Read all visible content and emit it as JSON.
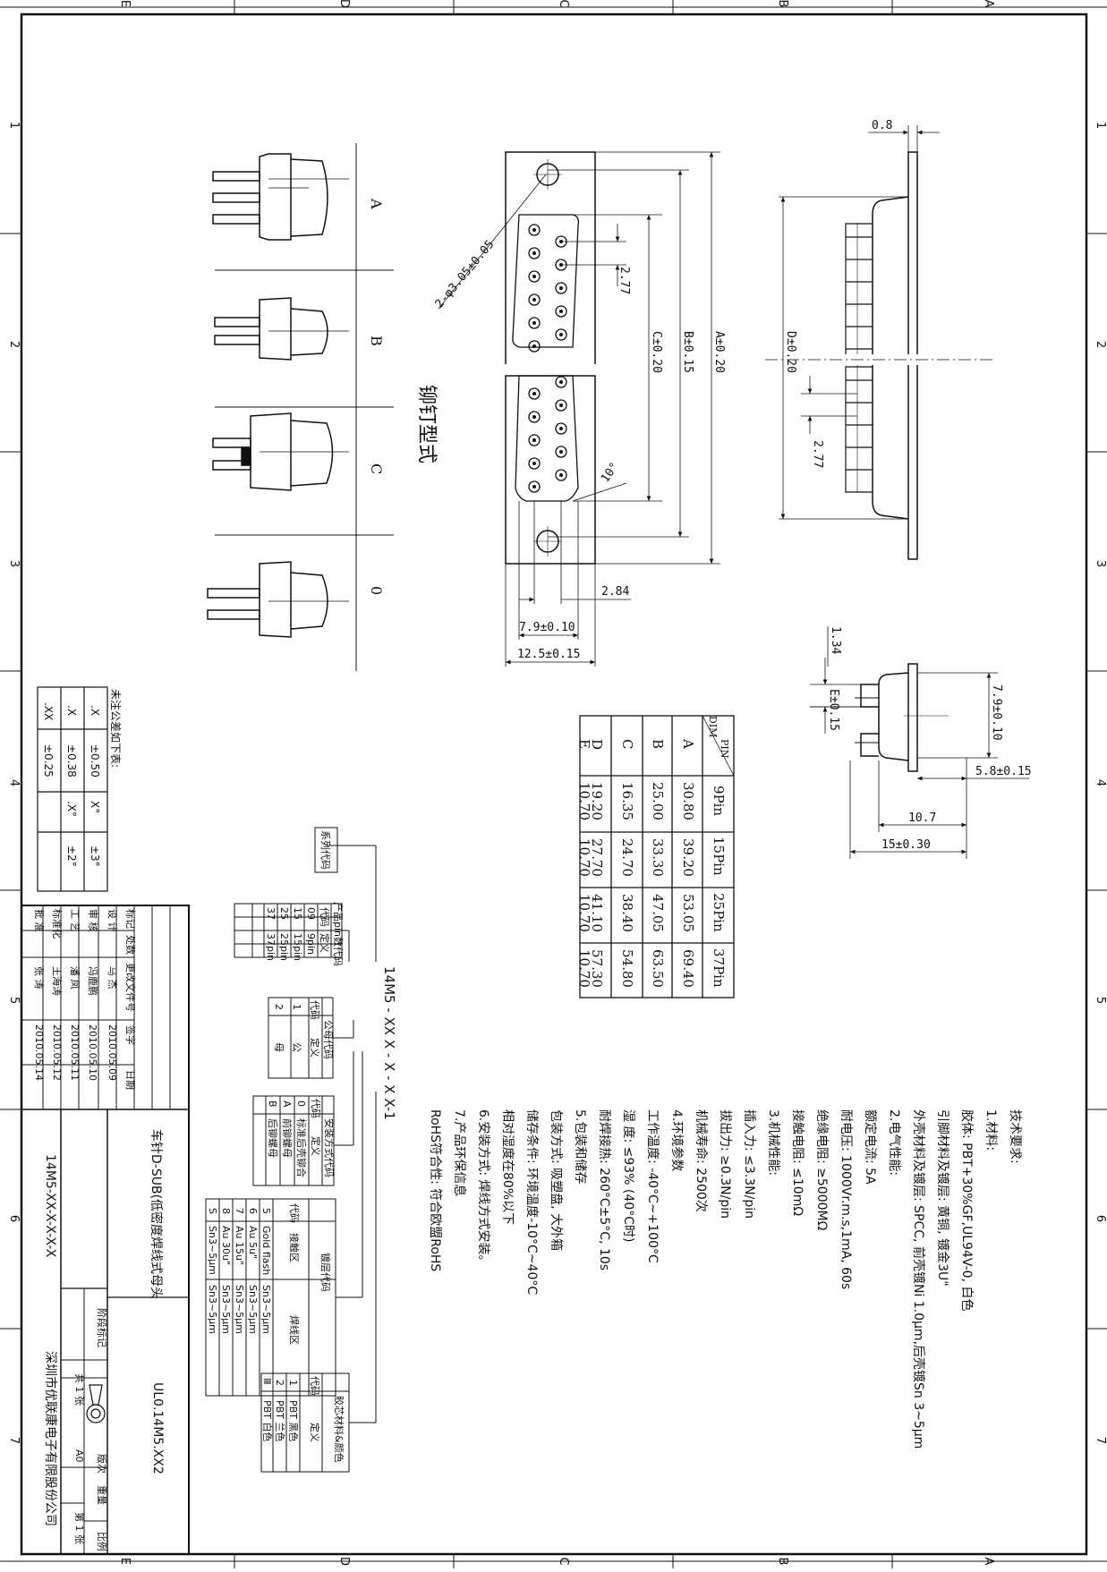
{
  "border": {
    "top_letters": [
      "E",
      "D",
      "C",
      "B",
      "A"
    ],
    "bottom_letters": [
      "E",
      "D",
      "C",
      "B",
      "A"
    ],
    "side_numbers": [
      "1",
      "2",
      "3",
      "4",
      "5",
      "6",
      "7"
    ]
  },
  "styles": {
    "title": "铆钉型式",
    "labels": [
      "A",
      "B",
      "C",
      "0"
    ]
  },
  "dims": {
    "hole": "2-φ3.05±0.05",
    "pitch1": "2.77",
    "pitch2": "2.77",
    "c": "C±0.20",
    "b": "B±0.15",
    "a": "A±0.20",
    "d": "D±0.20",
    "thick": "0.8",
    "angle": "10°",
    "d284": "2.84",
    "d79": "7.9±0.10",
    "d125": "12.5±0.15",
    "d134": "1.34",
    "e": "E±0.15",
    "d79b": "7.9±0.10",
    "d58": "5.8±0.15",
    "d107": "10.7",
    "d15": "15±0.30"
  },
  "dim_table": {
    "corner_top": "PIN",
    "corner_bottom": "DIM",
    "columns": [
      "9Pin",
      "15Pin",
      "25Pin",
      "37Pin"
    ],
    "rows": [
      {
        "label": "A",
        "values": [
          "30.80",
          "39.20",
          "53.05",
          "69.40"
        ]
      },
      {
        "label": "B",
        "values": [
          "25.00",
          "33.30",
          "47.05",
          "63.50"
        ]
      },
      {
        "label": "C",
        "values": [
          "16.35",
          "24.70",
          "38.40",
          "54.80"
        ]
      },
      {
        "label": "D",
        "values": [
          "19.20",
          "27.70",
          "41.10",
          "57.30"
        ]
      },
      {
        "label": "E",
        "values": [
          "10.70",
          "10.70",
          "10.70",
          "10.70"
        ]
      }
    ]
  },
  "tolerance": {
    "title": "未注公差如下表:",
    "rows": [
      [
        ".X",
        "±0.50",
        "X°",
        "±3°"
      ],
      [
        ".X",
        "±0.38",
        ".X°",
        "±2°"
      ],
      [
        ".XX",
        "±0.25",
        "",
        ""
      ]
    ]
  },
  "part_number": {
    "series_label": "系列代码",
    "code": "14M5 - XX X - X - X X-1"
  },
  "pin_table": {
    "title": "产品pin数代码",
    "headers": [
      "代码",
      "定义"
    ],
    "rows": [
      [
        "09",
        "9pin"
      ],
      [
        "15",
        "15pin"
      ],
      [
        "25",
        "25pin"
      ],
      [
        "37",
        "37pin"
      ]
    ]
  },
  "gender_table": {
    "title": "公母代码",
    "headers": [
      "代码",
      "定义"
    ],
    "rows": [
      [
        "1",
        "公"
      ],
      [
        "2",
        "母"
      ]
    ]
  },
  "mount_table": {
    "title": "安装方式代码",
    "headers": [
      "代码",
      "定义"
    ],
    "rows": [
      [
        "0",
        "标准后壳铆合"
      ],
      [
        "A",
        "前铆螺母"
      ],
      [
        "B",
        "后铆螺母"
      ]
    ]
  },
  "plating_table": {
    "title": "镀层代码",
    "headers": [
      "代码",
      "接触区",
      "焊线区"
    ],
    "rows": [
      [
        "5",
        "Gold flash",
        "Sn3~5μm"
      ],
      [
        "6",
        "Au 5u\"",
        "Sn3~5μm"
      ],
      [
        "7",
        "Au 15u\"",
        "Sn3~5μm"
      ],
      [
        "8",
        "Au 30u\"",
        "Sn3~5μm"
      ],
      [
        "S",
        "Sn3~5μm",
        "Sn3~5μm"
      ]
    ]
  },
  "color_table": {
    "title": "胶芯材料&颜色",
    "headers": [
      "代码",
      "定义"
    ],
    "rows": [
      [
        "1",
        "PBT 黑色"
      ],
      [
        "2",
        "PBT 兰色"
      ],
      [
        "Ⅲ",
        "PBT 白色"
      ]
    ]
  },
  "tech_notes": [
    "技术要求:",
    "1.材料:",
    "   胶体: PBT+30%GF,UL94V-0, 白色",
    "   引脚材料及镀层: 黄铜, 镀金3U\"",
    "   外壳材料及镀层: SPCC, 前壳镀Ni 1.0μm,后壳镀Sn 3~5μm",
    "2.电气性能:",
    "   额定电流: 5A",
    "   耐电压: 1000Vr.m.s,1mA, 60s",
    "   绝缘电阻: ≥5000MΩ",
    "   接触电阻: ≤10mΩ",
    "3.机械性能:",
    "   插入力: ≤3.3N/pin",
    "   拔出力: ≥0.3N/pin",
    "   机械寿命: 2500次",
    "4.环境参数",
    "   工作温度: -40°C~+100°C",
    "   湿   度: ≤93% (40°C时)",
    "   耐焊接热: 260°C±5°C, 10s",
    "5.包装和储存",
    "   包装方式: 吸塑盘, 大外箱",
    "   储存条件: 环境温度-10°C~40°C",
    "              相对湿度在80%以下",
    "6.安装方式: 焊线方式安装。",
    "7.产品环保信息",
    "   RoHS符合性: 符合欧盟RoHS"
  ],
  "title_block": {
    "header": [
      "标记",
      "处数",
      "更改文件号",
      "签字",
      "日期"
    ],
    "rows": [
      [
        "设 计",
        "马 杰",
        "2010.05.09"
      ],
      [
        "审 核",
        "冯鹿鹏",
        "2010.05.10"
      ],
      [
        "工 艺",
        "潘 凤",
        "2010.05.11"
      ],
      [
        "标准化",
        "王海涛",
        "2010.05.12"
      ],
      [
        "批 准",
        "张 涛",
        "2010.05.14"
      ]
    ],
    "product_name": "车针D-SUB(低密度焊线式母头",
    "part_number": "14M5-XX-X-X-X-X",
    "doc_code": "UL0.14M5.XX2",
    "stage_mark": "阶段标记",
    "weight": "重量",
    "scale": "比例",
    "revision": "版次",
    "revision_value": "A0",
    "sheet_total": "共 1 张",
    "sheet_no": "第 1 张",
    "company": "深圳市优联康电子有限股份公司"
  }
}
